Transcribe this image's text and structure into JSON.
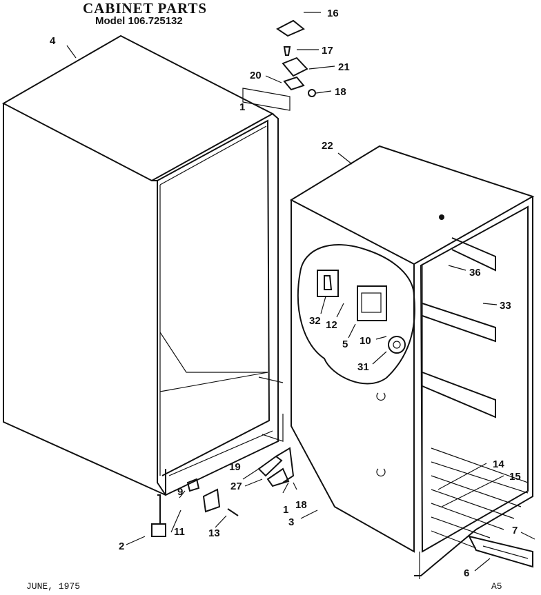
{
  "title": "CABINET PARTS",
  "model": "Model 106.725132",
  "footer": {
    "date": "JUNE, 1975",
    "code": "A5"
  },
  "callouts": {
    "c1a": "1",
    "c1b": "1",
    "c2": "2",
    "c3": "3",
    "c4": "4",
    "c5": "5",
    "c6": "6",
    "c7": "7",
    "c9": "9",
    "c10": "10",
    "c11": "11",
    "c12": "12",
    "c13": "13",
    "c14": "14",
    "c15": "15",
    "c16": "16",
    "c17": "17",
    "c18a": "18",
    "c18b": "18",
    "c19": "19",
    "c20": "20",
    "c21": "21",
    "c22": "22",
    "c27": "27",
    "c31": "31",
    "c32": "32",
    "c33": "33",
    "c36": "36"
  }
}
